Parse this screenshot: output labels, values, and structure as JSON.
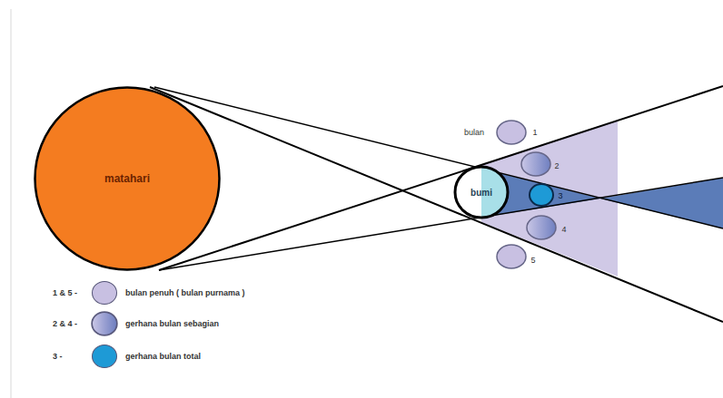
{
  "diagram": {
    "nodes": [
      {
        "text": [
          "matahari"
        ]
      },
      {
        "text": [
          "bumi"
        ]
      }
    ],
    "labels": [
      "bulan",
      "1",
      "2",
      "3",
      "4",
      "5",
      "1 & 5 -",
      "2 & 4 -",
      "3 -"
    ],
    "legend": [
      {
        "text": "bulan penuh ( bulan purnama )",
        "color": "#c8c0e2"
      },
      {
        "text": "gerhana bulan sebagian",
        "color": "#9aa0d2"
      },
      {
        "text": "gerhana bulan total",
        "color": "#1e9ad6"
      }
    ]
  }
}
